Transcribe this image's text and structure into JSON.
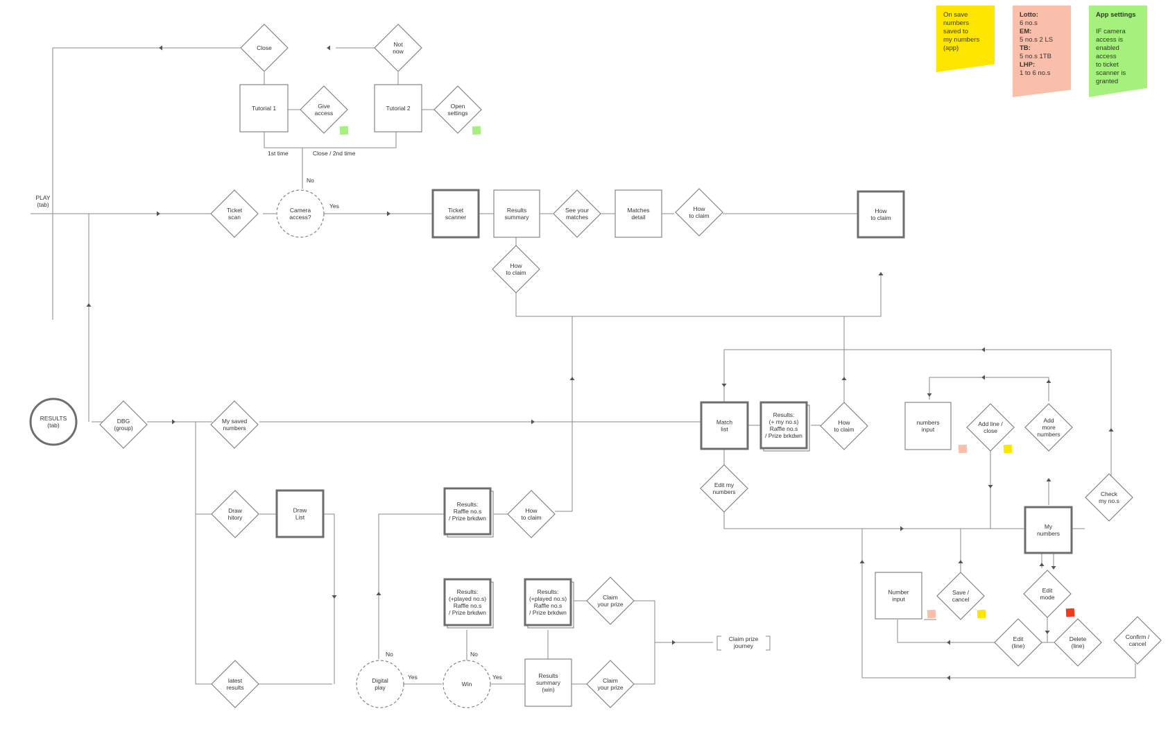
{
  "notes": {
    "yellow": {
      "lines": [
        "On save",
        "numbers",
        "saved to",
        "my numbers",
        "(app)"
      ],
      "color": "#FFE600"
    },
    "pink": {
      "lines": [
        {
          "t": "Lotto:",
          "b": true
        },
        {
          "t": "6 no.s"
        },
        {
          "t": "EM:",
          "b": true
        },
        {
          "t": "5 no.s 2 LS"
        },
        {
          "t": "TB:",
          "b": true
        },
        {
          "t": "5 no.s 1TB"
        },
        {
          "t": "LHP:",
          "b": true
        },
        {
          "t": "1 to 6 no.s"
        }
      ],
      "color": "#F9BFAA"
    },
    "green": {
      "lines": [
        {
          "t": "App settings",
          "b": true
        },
        {
          "t": ""
        },
        {
          "t": "IF camera"
        },
        {
          "t": "access is"
        },
        {
          "t": "enabled access"
        },
        {
          "t": "to ticket"
        },
        {
          "t": "scanner is"
        },
        {
          "t": "granted"
        }
      ],
      "color": "#A6F07E"
    }
  },
  "nodes": {
    "close": [
      "Close"
    ],
    "not_now": [
      "Not",
      "now"
    ],
    "tutorial1": [
      "Tutorial 1"
    ],
    "give_access": [
      "Give",
      "access"
    ],
    "tutorial2": [
      "Tutorial 2"
    ],
    "open_settings": [
      "Open",
      "settings"
    ],
    "play_tab": [
      "PLAY",
      "(tab)"
    ],
    "ticket_scan": [
      "Ticket",
      "scan"
    ],
    "camera_access": [
      "Camera",
      "access?"
    ],
    "ticket_scanner": [
      "Ticket",
      "scanner"
    ],
    "results_summary": [
      "Results",
      "summary"
    ],
    "see_matches": [
      "See your",
      "matches"
    ],
    "matches_detail": [
      "Matches",
      "detail"
    ],
    "how_to_claim_1": [
      "How",
      "to claim"
    ],
    "how_to_claim_box": [
      "How",
      "to claim"
    ],
    "how_to_claim_2": [
      "How",
      "to claim"
    ],
    "results_tab": [
      "RESULTS",
      "(tab)"
    ],
    "dbg_group": [
      "DBG",
      "(group)"
    ],
    "my_saved_numbers": [
      "My saved",
      "numbers"
    ],
    "match_list": [
      "Match",
      "list"
    ],
    "results_my_nos": [
      "Results:",
      "(+ my no.s)",
      "Raffle no.s",
      "/ Prize brkdwn"
    ],
    "how_to_claim_3": [
      "How",
      "to claim"
    ],
    "edit_my_numbers": [
      "Edit my",
      "numbers"
    ],
    "numbers_input": [
      "numbers",
      "input"
    ],
    "add_line_close": [
      "Add line /",
      "close"
    ],
    "add_more_numbers": [
      "Add",
      "more",
      "numbers"
    ],
    "check_my_nos": [
      "Check",
      "my no.s"
    ],
    "my_numbers": [
      "My",
      "numbers"
    ],
    "number_input": [
      "Number",
      "input"
    ],
    "save_cancel": [
      "Save /",
      "cancel"
    ],
    "edit_mode": [
      "Edit",
      "mode"
    ],
    "edit_line": [
      "Edit",
      "(line)"
    ],
    "delete_line": [
      "Delete",
      "(line)"
    ],
    "confirm_cancel": [
      "Confirm /",
      "cancel"
    ],
    "draw_history": [
      "Draw",
      "hitory"
    ],
    "draw_list": [
      "Draw",
      "List"
    ],
    "results_raffle": [
      "Results:",
      "Raffle no.s",
      "/ Prize brkdwn"
    ],
    "how_to_claim_4": [
      "How",
      "to claim"
    ],
    "results_played_1": [
      "Results:",
      "(+played no.s)",
      "Raffle no.s",
      "/ Prize brkdwn"
    ],
    "results_played_2": [
      "Results:",
      "(+played no.s)",
      "Raffle no.s",
      "/ Prize brkdwn"
    ],
    "claim_prize_1": [
      "Claim",
      "your prize"
    ],
    "claim_prize_2": [
      "Claim",
      "your prize"
    ],
    "results_summary_win": [
      "Results",
      "summary",
      "(win)"
    ],
    "claim_prize_journey": [
      "Claim prize",
      "journey"
    ],
    "latest_results": [
      "latest",
      "results"
    ],
    "digital_play": [
      "Digital",
      "play"
    ],
    "win": [
      "Win"
    ]
  },
  "labels": {
    "first_time": "1st time",
    "close_2nd_time": "Close / 2nd time",
    "no_camera": "No",
    "yes_camera": "Yes",
    "no_digital": "No",
    "yes_digital": "Yes",
    "no_win": "No",
    "yes_win": "Yes"
  },
  "colors": {
    "line": "#8a8a8a",
    "shape": "#7a7a7a",
    "text": "#333333",
    "pink": "#F9BFAA",
    "yellow": "#FFE600",
    "green": "#A6F07E",
    "red": "#F23A1B"
  }
}
